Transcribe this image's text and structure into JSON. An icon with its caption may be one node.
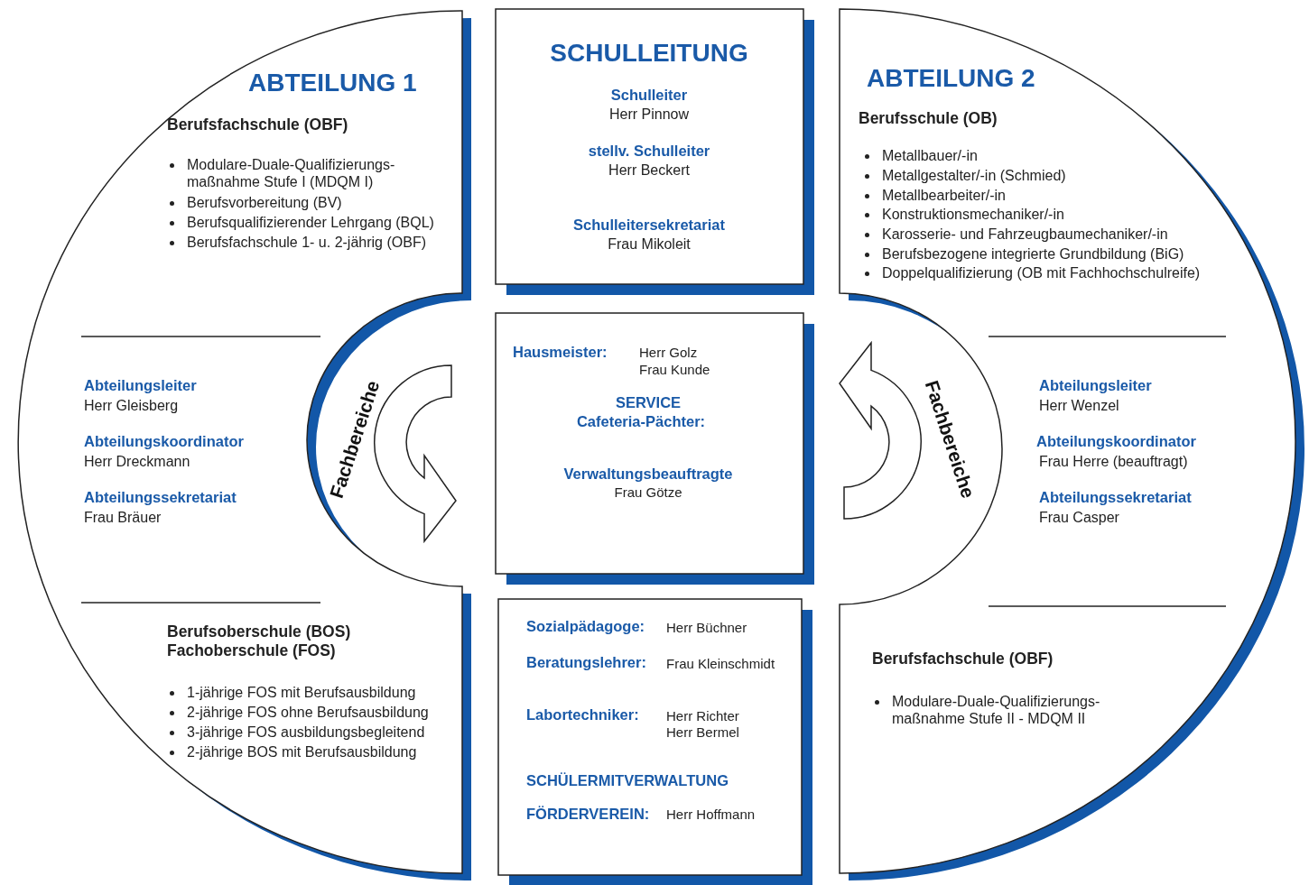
{
  "diagram": {
    "nodes": [
      {
        "text": [
          "ABTEILUNG 1",
          "Berufsfachschule (OBF)",
          "Modulare-Duale-Qualifizierungs- maßnahme Stufe I (MDQM I)",
          "Berufsvorbereitung (BV)",
          "Berufsqualifizierender Lehrgang (BQL)",
          "Berufsfachschule 1- u. 2-jährig (OBF)",
          "Abteilungsleiter",
          "Herr Gleisberg",
          "Abteilungskoordinator",
          "Herr Dreckmann",
          "Abteilungssekretariat",
          "Frau Bräuer",
          "Berufsoberschule (BOS) Fachoberschule (FOS)",
          "1-jährige FOS mit Berufsausbildung",
          "2-jährige FOS ohne Berufsausbildung",
          "3-jährige FOS ausbildungsbegleitend",
          "2-jährige BOS mit Berufsausbildung"
        ]
      },
      {
        "text": [
          "SCHULLEITUNG",
          "Schulleiter",
          "Herr Pinnow",
          "stellv. Schulleiter",
          "Herr Beckert",
          "Schulleitersekretariat",
          "Frau Mikoleit"
        ]
      },
      {
        "text": [
          "Hausmeister:",
          "Herr Golz",
          "Frau Kunde",
          "SERVICE",
          "Cafeteria-Pächter:",
          "Verwaltungsbeauftragte",
          "Frau Götze"
        ]
      },
      {
        "text": [
          "Sozialpädagoge:",
          "Herr Büchner",
          "Beratungslehrer:",
          "Frau Kleinschmidt",
          "Labortechniker:",
          "Herr Richter",
          "Herr Bermel",
          "SCHÜLERMITVERWALTUNG",
          "FÖRDERVEREIN:",
          "Herr Hoffmann"
        ]
      },
      {
        "text": [
          "ABTEILUNG 2",
          "Berufsschule (OB)",
          "Metallbauer/-in",
          "Metallgestalter/-in (Schmied)",
          "Metallbearbeiter/-in",
          "Konstruktionsmechaniker/-in",
          "Karosserie- und Fahrzeugbaumechaniker/-in",
          "Berufsbezogene integrierte Grundbildung (BiG)",
          "Doppelqualifizierung (OB mit Fachhochschulreife)",
          "Abteilungsleiter",
          "Herr Wenzel",
          "Abteilungskoordinator",
          "Frau Herre (beauftragt)",
          "Abteilungssekretariat",
          "Frau Casper",
          "Berufsfachschule (OBF)",
          "Modulare-Duale-Qualifizierungs- maßnahme Stufe II - MDQM II"
        ]
      }
    ],
    "labels": [
      "Fachbereiche",
      "Fachbereiche"
    ]
  }
}
